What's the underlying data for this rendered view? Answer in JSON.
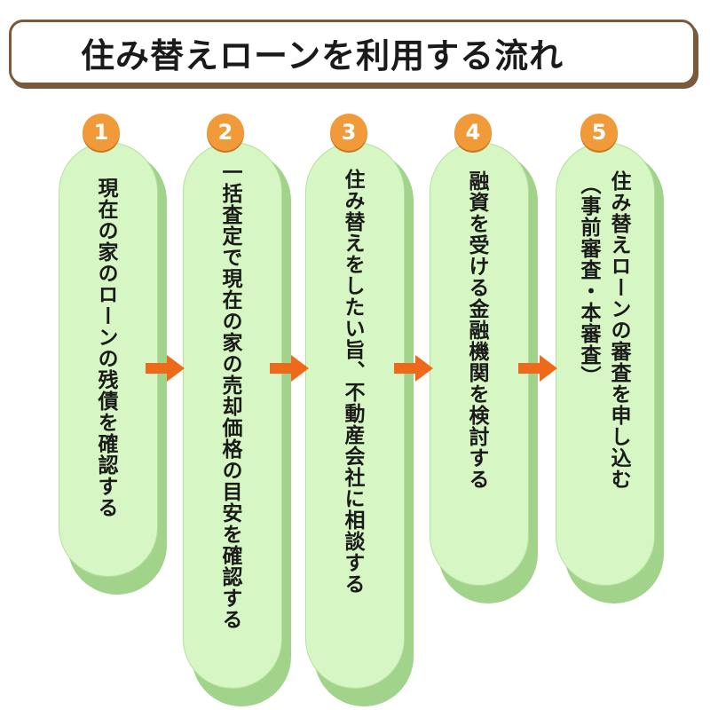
{
  "title": "住み替えローンを利用する流れ",
  "colors": {
    "pill": "#d6f6c4",
    "pill_shadow": "#a2d38a",
    "badge": "#f09a3a",
    "arrow": "#ee6a1a",
    "title_border": "#7a5a3a"
  },
  "steps": [
    {
      "number": "1",
      "text": "現在の家のローンの残債を確認する"
    },
    {
      "number": "2",
      "text": "一括査定で現在の家の売却価格の目安を確認する"
    },
    {
      "number": "3",
      "text": "住み替えをしたい旨、不動産会社に相談する"
    },
    {
      "number": "4",
      "text": "融資を受ける金融機関を検討する"
    },
    {
      "number": "5",
      "text": "住み替えローンの審査を申し込む",
      "note": "（事前審査・本審査）"
    }
  ]
}
